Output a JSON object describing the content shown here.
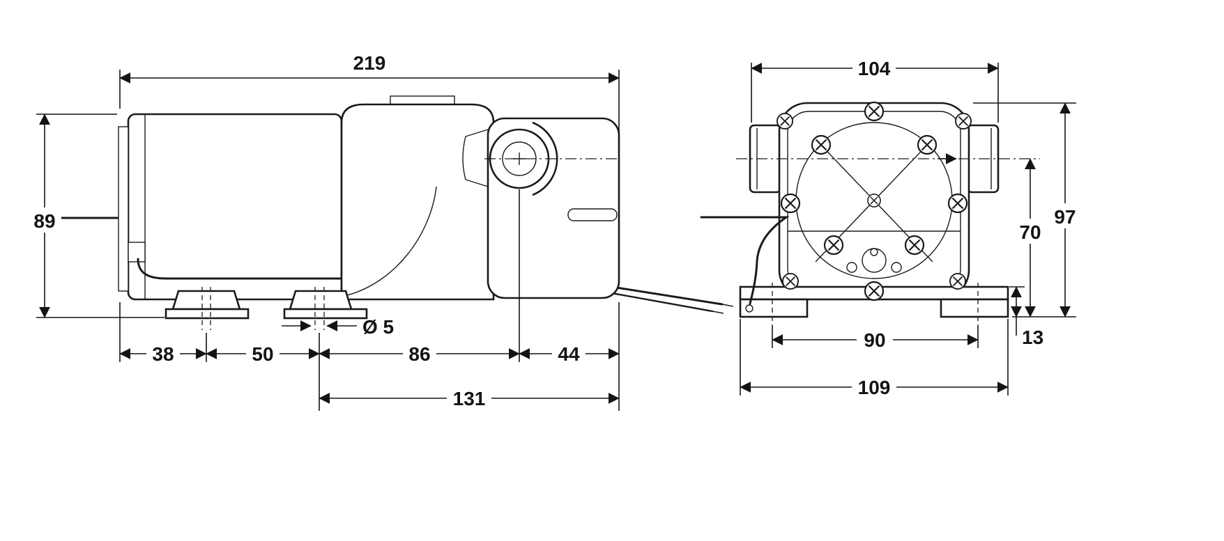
{
  "side_view": {
    "dims": {
      "overall_length": "219",
      "overall_height": "89",
      "foot_front_offset": "38",
      "foot_spacing": "50",
      "foot_to_port": "86",
      "port_to_rear": "44",
      "foot_to_rear": "131",
      "mount_hole_dia": "Ø 5"
    }
  },
  "front_view": {
    "dims": {
      "port_span": "104",
      "overall_height": "97",
      "port_centerline_height": "70",
      "mount_hole_spacing": "90",
      "base_height": "13",
      "base_width": "109"
    }
  }
}
